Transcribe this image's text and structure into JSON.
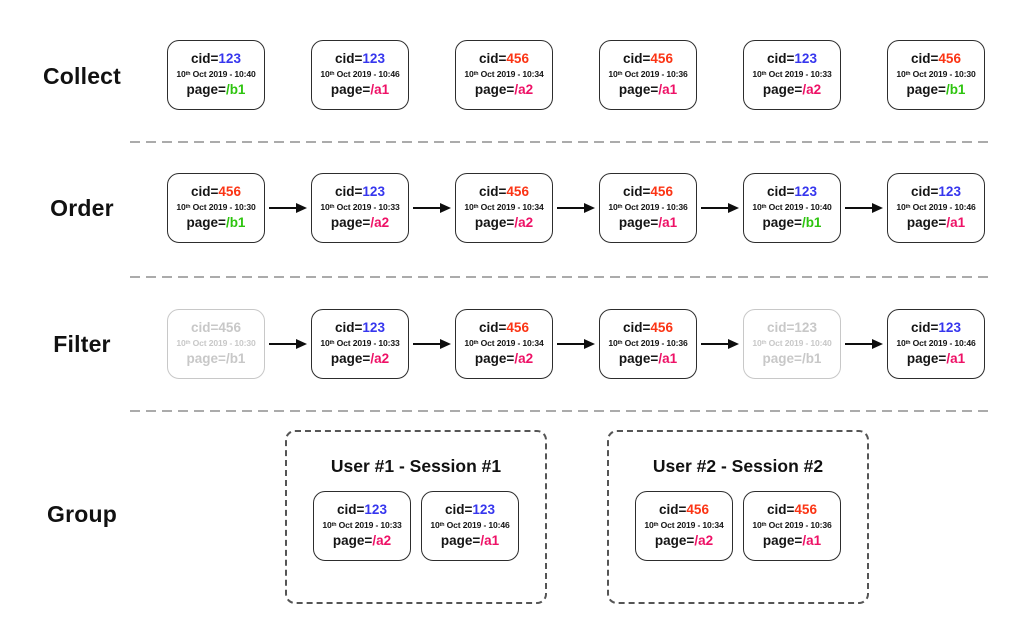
{
  "card_fields": {
    "cid_label": "cid=",
    "page_label": "page="
  },
  "date": {
    "day": "10",
    "ordinal": "th",
    "mid": " Oct 2019 - "
  },
  "colors": {
    "cid_123": "#3636ee",
    "cid_456": "#fb3414",
    "page_a": "#ee1166",
    "page_b": "#2ec40f",
    "muted": "#c8c8c8",
    "arrow": "#0e0e0e",
    "divider": "#ababab",
    "group_border": "#555555"
  },
  "rows": [
    {
      "id": "collect",
      "label": "Collect",
      "arrows": false,
      "cards": [
        {
          "cid": "123",
          "time": "10:40",
          "page": "/b1",
          "muted": false
        },
        {
          "cid": "123",
          "time": "10:46",
          "page": "/a1",
          "muted": false
        },
        {
          "cid": "456",
          "time": "10:34",
          "page": "/a2",
          "muted": false
        },
        {
          "cid": "456",
          "time": "10:36",
          "page": "/a1",
          "muted": false
        },
        {
          "cid": "123",
          "time": "10:33",
          "page": "/a2",
          "muted": false
        },
        {
          "cid": "456",
          "time": "10:30",
          "page": "/b1",
          "muted": false
        }
      ]
    },
    {
      "id": "order",
      "label": "Order",
      "arrows": true,
      "cards": [
        {
          "cid": "456",
          "time": "10:30",
          "page": "/b1",
          "muted": false
        },
        {
          "cid": "123",
          "time": "10:33",
          "page": "/a2",
          "muted": false
        },
        {
          "cid": "456",
          "time": "10:34",
          "page": "/a2",
          "muted": false
        },
        {
          "cid": "456",
          "time": "10:36",
          "page": "/a1",
          "muted": false
        },
        {
          "cid": "123",
          "time": "10:40",
          "page": "/b1",
          "muted": false
        },
        {
          "cid": "123",
          "time": "10:46",
          "page": "/a1",
          "muted": false
        }
      ]
    },
    {
      "id": "filter",
      "label": "Filter",
      "arrows": true,
      "cards": [
        {
          "cid": "456",
          "time": "10:30",
          "page": "/b1",
          "muted": true
        },
        {
          "cid": "123",
          "time": "10:33",
          "page": "/a2",
          "muted": false
        },
        {
          "cid": "456",
          "time": "10:34",
          "page": "/a2",
          "muted": false
        },
        {
          "cid": "456",
          "time": "10:36",
          "page": "/a1",
          "muted": false
        },
        {
          "cid": "123",
          "time": "10:40",
          "page": "/b1",
          "muted": true
        },
        {
          "cid": "123",
          "time": "10:46",
          "page": "/a1",
          "muted": false
        }
      ]
    }
  ],
  "group": {
    "label": "Group",
    "boxes": [
      {
        "title": "User #1 - Session #1",
        "cards": [
          {
            "cid": "123",
            "time": "10:33",
            "page": "/a2",
            "muted": false
          },
          {
            "cid": "123",
            "time": "10:46",
            "page": "/a1",
            "muted": false
          }
        ]
      },
      {
        "title": "User #2 - Session #2",
        "cards": [
          {
            "cid": "456",
            "time": "10:34",
            "page": "/a2",
            "muted": false
          },
          {
            "cid": "456",
            "time": "10:36",
            "page": "/a1",
            "muted": false
          }
        ]
      }
    ]
  }
}
